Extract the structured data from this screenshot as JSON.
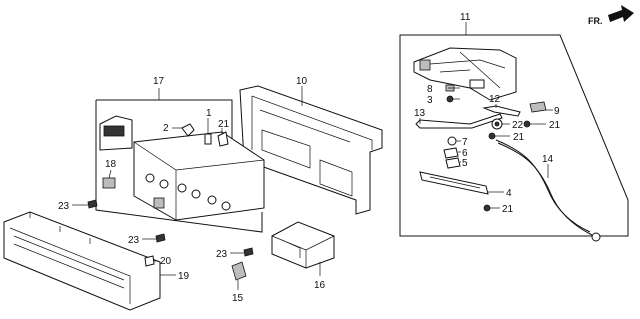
{
  "diagram": {
    "direction_badge": "FR.",
    "callouts": [
      "1",
      "2",
      "3",
      "4",
      "5",
      "6",
      "7",
      "8",
      "9",
      "10",
      "11",
      "12",
      "13",
      "14",
      "15",
      "16",
      "17",
      "18",
      "19",
      "20",
      "21",
      "21",
      "21",
      "21",
      "21",
      "22",
      "23",
      "23",
      "23"
    ]
  }
}
